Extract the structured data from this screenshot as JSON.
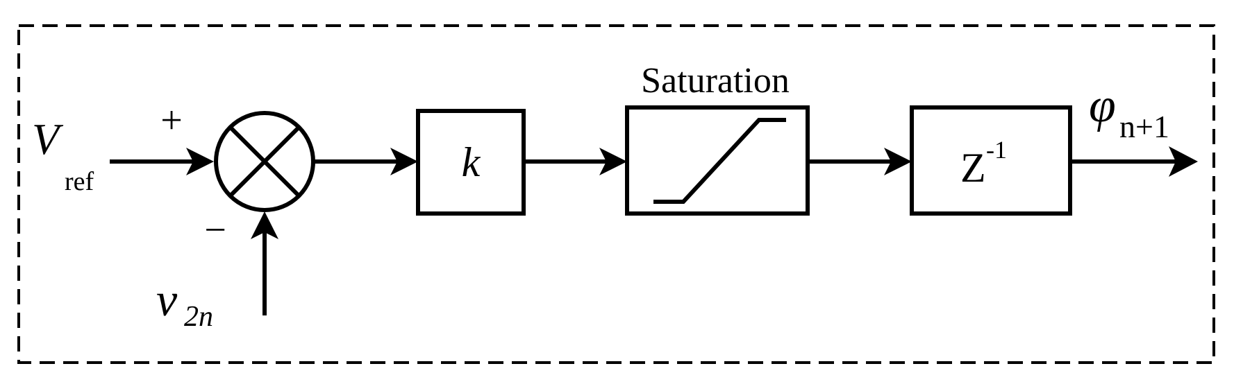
{
  "diagram": {
    "input": {
      "symbol": "V",
      "subscript": "ref"
    },
    "feedback": {
      "symbol": "v",
      "subscript": "2n"
    },
    "summing_junction": {
      "plus_sign": "+",
      "minus_sign": "−"
    },
    "gain_block": {
      "label": "k"
    },
    "saturation_block": {
      "title": "Saturation"
    },
    "delay_block": {
      "base": "Z",
      "exponent": "-1"
    },
    "output": {
      "symbol": "φ",
      "subscript": "n+1"
    }
  }
}
